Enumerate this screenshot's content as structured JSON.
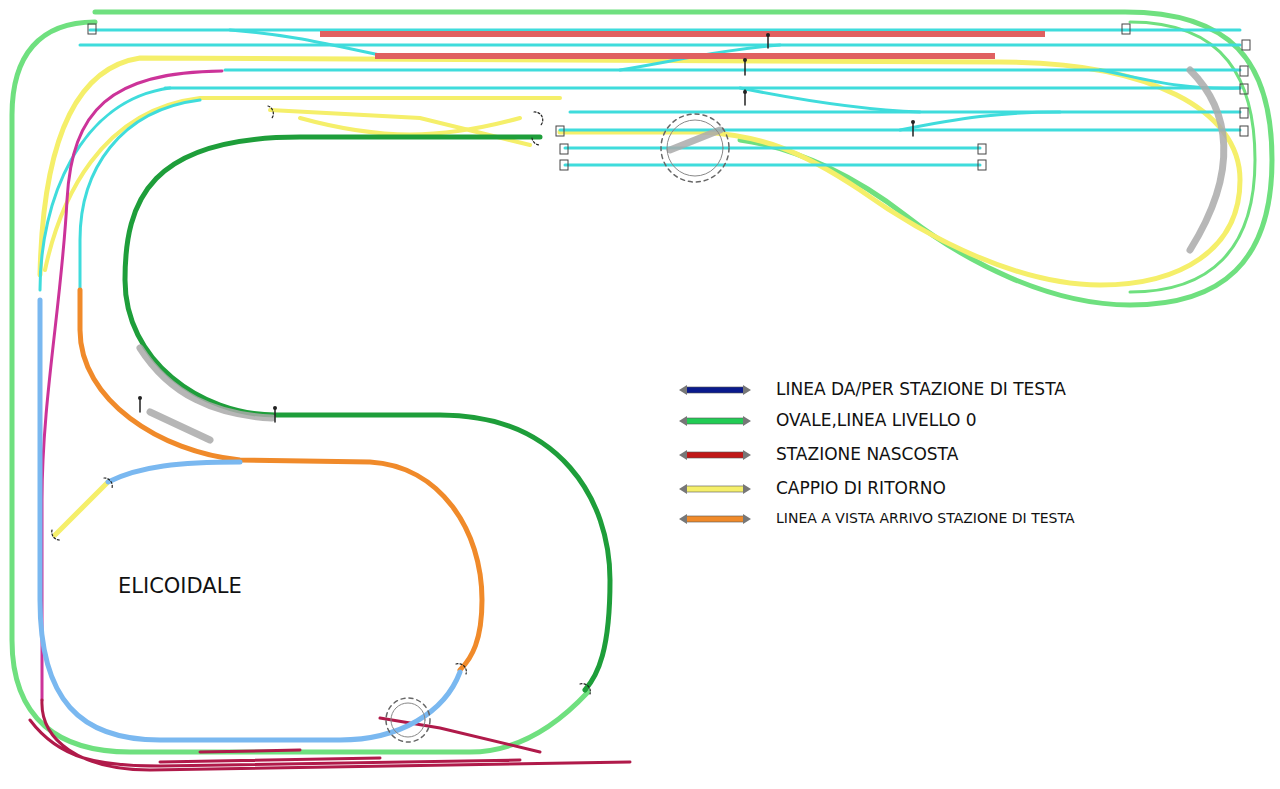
{
  "diagram": {
    "labels": [
      "ELICOIDALE"
    ],
    "legend": [
      {
        "text": "LINEA DA/PER STAZIONE DI TESTA",
        "color": "#0a1a8c"
      },
      {
        "text": "OVALE,LINEA LIVELLO 0",
        "color": "#22cc55"
      },
      {
        "text": "STAZIONE NASCOSTA",
        "color": "#c01818"
      },
      {
        "text": "CAPPIO DI RITORNO",
        "color": "#f5ef6a"
      },
      {
        "text": "LINEA A VISTA ARRIVO STAZIONE DI TESTA",
        "color": "#f08a2a"
      }
    ]
  }
}
